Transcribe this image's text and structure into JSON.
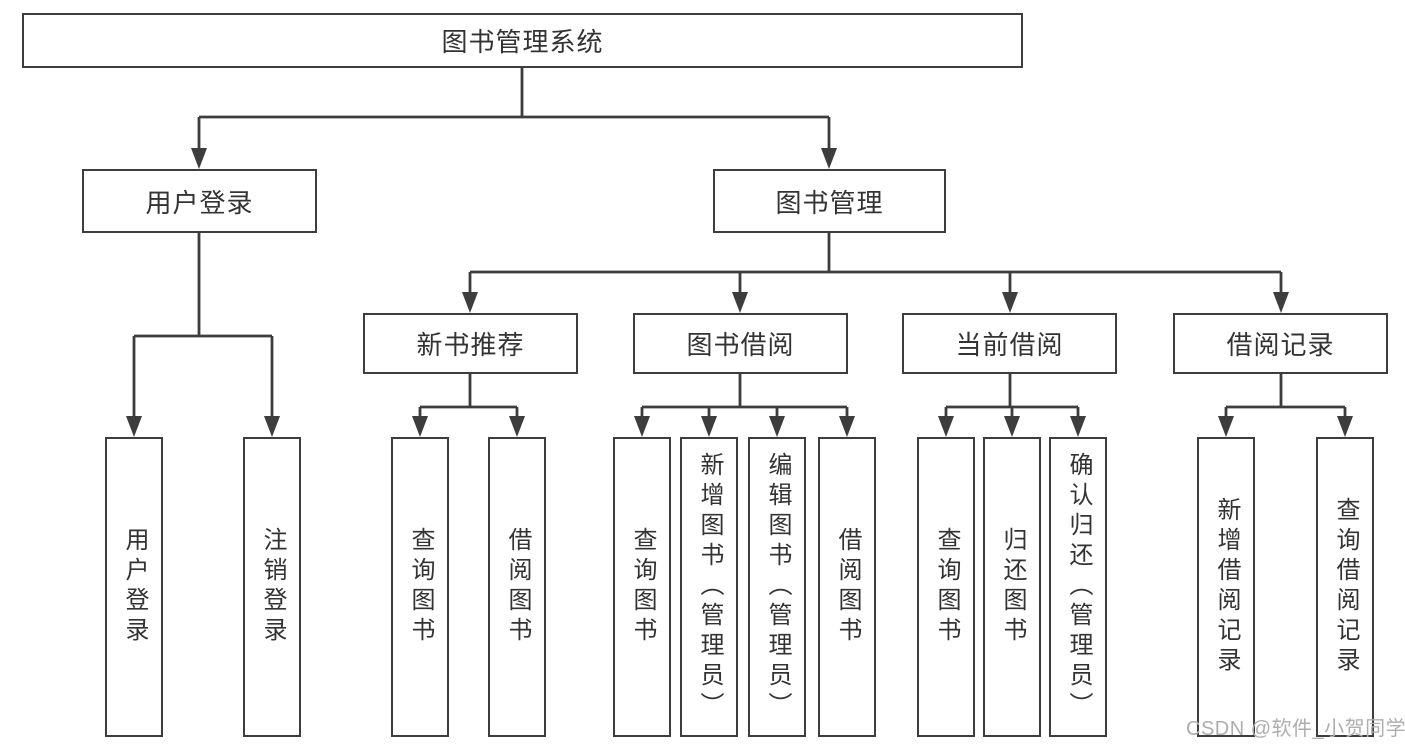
{
  "tree": {
    "label": "图书管理系统",
    "children": [
      {
        "label": "用户登录",
        "children": [
          {
            "label": "用户登录"
          },
          {
            "label": "注销登录"
          }
        ]
      },
      {
        "label": "图书管理",
        "children": [
          {
            "label": "新书推荐",
            "children": [
              {
                "label": "查询图书"
              },
              {
                "label": "借阅图书"
              }
            ]
          },
          {
            "label": "图书借阅",
            "children": [
              {
                "label": "查询图书"
              },
              {
                "label": "新增图书（管理员）"
              },
              {
                "label": "编辑图书（管理员）"
              },
              {
                "label": "借阅图书"
              }
            ]
          },
          {
            "label": "当前借阅",
            "children": [
              {
                "label": "查询图书"
              },
              {
                "label": "归还图书"
              },
              {
                "label": "确认归还（管理员）"
              }
            ]
          },
          {
            "label": "借阅记录",
            "children": [
              {
                "label": "新增借阅记录"
              },
              {
                "label": "查询借阅记录"
              }
            ]
          }
        ]
      }
    ]
  },
  "watermark": "CSDN @软件_小贺同学",
  "colors": {
    "line": "#3d3d3d",
    "text": "#333333",
    "background": "#ffffff",
    "watermark": "#aeaeae"
  }
}
